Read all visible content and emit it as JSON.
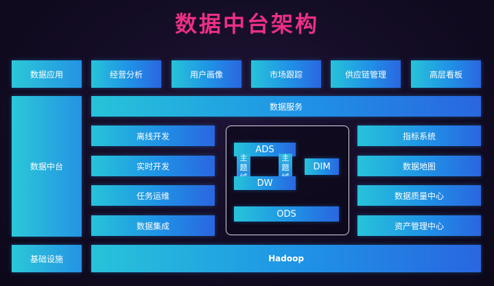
{
  "title": "数据中台架构",
  "left_column": {
    "application": "数据应用",
    "middle_platform": "数据中台",
    "infrastructure": "基础设施"
  },
  "applications": [
    "经营分析",
    "用户画像",
    "市场跟踪",
    "供应链管理",
    "高层看板"
  ],
  "data_service": "数据服务",
  "dev_items": [
    "离线开发",
    "实时开发",
    "任务运维",
    "数据集成"
  ],
  "core": {
    "ads": "ADS",
    "dw": "DW",
    "dim": "DIM",
    "ods": "ODS",
    "subject_left": [
      "主",
      "题",
      "域"
    ],
    "subject_right": [
      "主",
      "题",
      "域"
    ]
  },
  "right_items": [
    "指标系统",
    "数据地图",
    "数据质量中心",
    "资产管理中心"
  ],
  "hadoop": "Hadoop"
}
